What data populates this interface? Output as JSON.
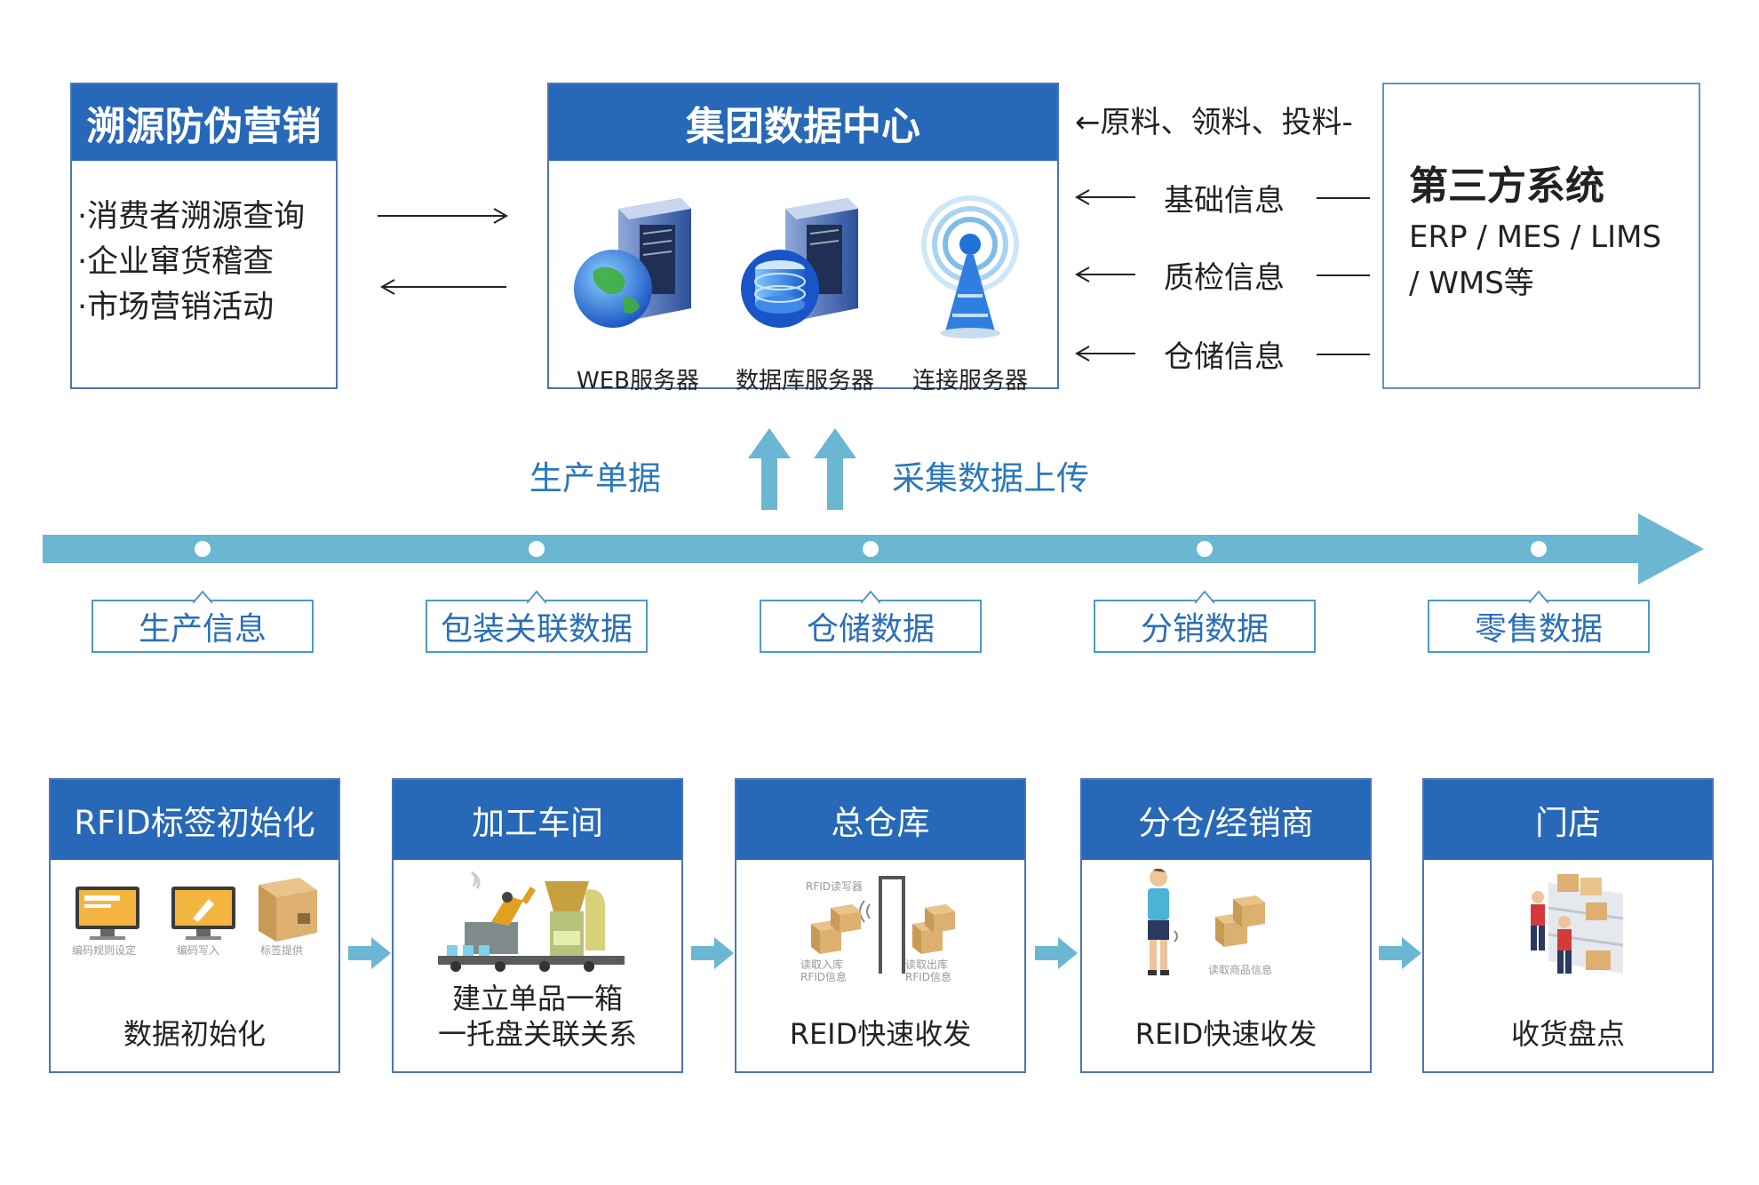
{
  "trace": {
    "title": "溯源防伪营销",
    "items": [
      "·消费者溯源查询",
      "·企业窜货稽查",
      "·市场营销活动"
    ]
  },
  "center": {
    "title": "集团数据中心",
    "servers": [
      {
        "label": "WEB服务器",
        "icon": "web-server-globe-icon"
      },
      {
        "label": "数据库服务器",
        "icon": "database-server-icon"
      },
      {
        "label": "连接服务器",
        "icon": "wireless-tower-icon"
      }
    ]
  },
  "third_party": {
    "title": "第三方系统",
    "subtitle": "ERP / MES / LIMS / WMS等"
  },
  "inputs": [
    "←原料、领料、投料-",
    "基础信息",
    "质检信息",
    "仓储信息"
  ],
  "upload": {
    "left": "生产单据",
    "right": "采集数据上传"
  },
  "timeline": {
    "stages": [
      "生产信息",
      "包装关联数据",
      "仓储数据",
      "分销数据",
      "零售数据"
    ]
  },
  "process": [
    {
      "title": "RFID标签初始化",
      "caption": "数据初始化",
      "art_labels": [
        "编码规则设定",
        "编码写入",
        "标签提供"
      ]
    },
    {
      "title": "加工车间",
      "caption_lines": [
        "建立单品一箱",
        "一托盘关联关系"
      ]
    },
    {
      "title": "总仓库",
      "caption": "REID快速收发",
      "art_labels": [
        "RFID读写器",
        "读取入库RFID信息",
        "读取出库RFID信息"
      ]
    },
    {
      "title": "分仓/经销商",
      "caption": "REID快速收发",
      "art_labels": [
        "读取商品信息"
      ]
    },
    {
      "title": "门店",
      "caption": "收货盘点"
    }
  ],
  "colors": {
    "header_blue": "#2768b8",
    "border_blue": "#4a74b8",
    "timeline": "#6bb6d2",
    "text_blue": "#2a78c0"
  }
}
